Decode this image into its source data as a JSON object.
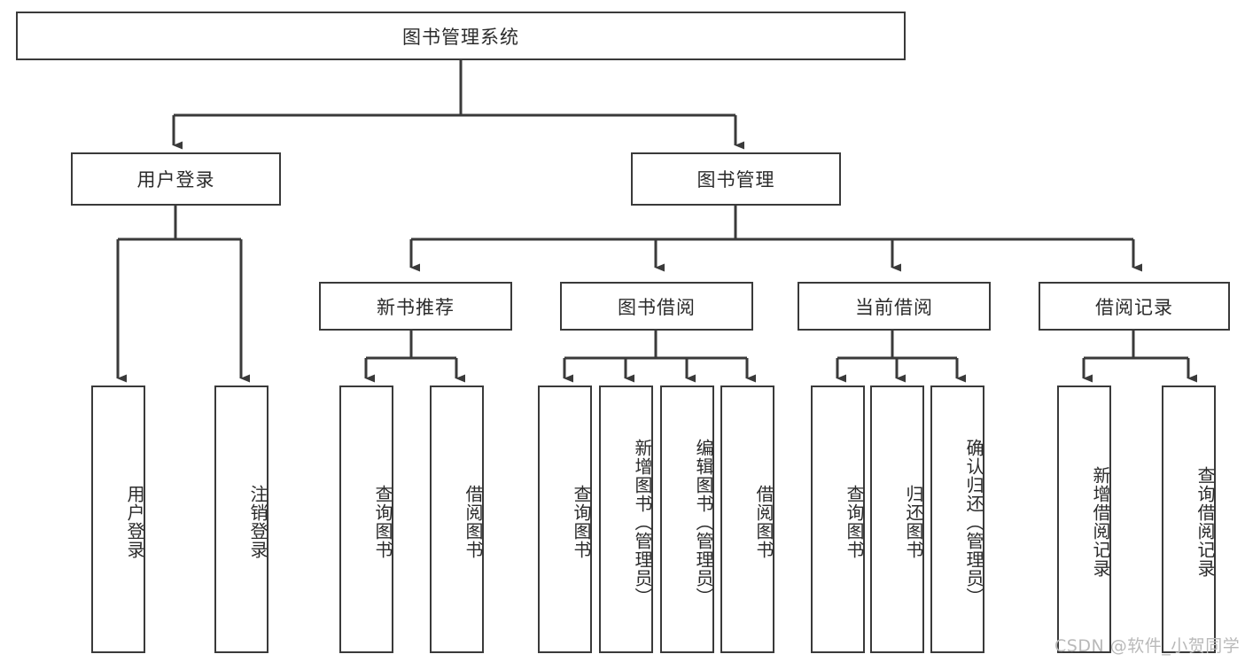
{
  "diagram": {
    "title": "图书管理系统",
    "type": "function-structure-tree",
    "root": {
      "id": "root",
      "label": "图书管理系统"
    },
    "level1": [
      {
        "id": "user-login",
        "label": "用户登录"
      },
      {
        "id": "book-manage",
        "label": "图书管理"
      }
    ],
    "level2": [
      {
        "id": "new-book-rec",
        "label": "新书推荐",
        "parent": "book-manage"
      },
      {
        "id": "book-borrow",
        "label": "图书借阅",
        "parent": "book-manage"
      },
      {
        "id": "current-borrow",
        "label": "当前借阅",
        "parent": "book-manage"
      },
      {
        "id": "borrow-record",
        "label": "借阅记录",
        "parent": "book-manage"
      }
    ],
    "leaves": [
      {
        "id": "leaf-user-login",
        "label": "用户登录",
        "parent": "user-login"
      },
      {
        "id": "leaf-user-logout",
        "label": "注销登录",
        "parent": "user-login"
      },
      {
        "id": "leaf-query-book-1",
        "label": "查询图书",
        "parent": "new-book-rec"
      },
      {
        "id": "leaf-borrow-book-1",
        "label": "借阅图书",
        "parent": "new-book-rec"
      },
      {
        "id": "leaf-query-book-2",
        "label": "查询图书",
        "parent": "book-borrow"
      },
      {
        "id": "leaf-add-book",
        "label": "新增图书（管理员）",
        "parent": "book-borrow"
      },
      {
        "id": "leaf-edit-book",
        "label": "编辑图书（管理员）",
        "parent": "book-borrow"
      },
      {
        "id": "leaf-borrow-book-2",
        "label": "借阅图书",
        "parent": "book-borrow"
      },
      {
        "id": "leaf-query-book-3",
        "label": "查询图书",
        "parent": "current-borrow"
      },
      {
        "id": "leaf-return-book",
        "label": "归还图书",
        "parent": "current-borrow"
      },
      {
        "id": "leaf-confirm-return",
        "label": "确认归还（管理员）",
        "parent": "current-borrow"
      },
      {
        "id": "leaf-add-record",
        "label": "新增借阅记录",
        "parent": "borrow-record"
      },
      {
        "id": "leaf-query-record",
        "label": "查询借阅记录",
        "parent": "borrow-record"
      }
    ],
    "colors": {
      "stroke": "#3a3a3a",
      "text": "#2b2b2b",
      "background": "#ffffff",
      "watermark": "#b9b9b9"
    }
  },
  "watermark": {
    "text": "CSDN @软件_小贺同学"
  }
}
